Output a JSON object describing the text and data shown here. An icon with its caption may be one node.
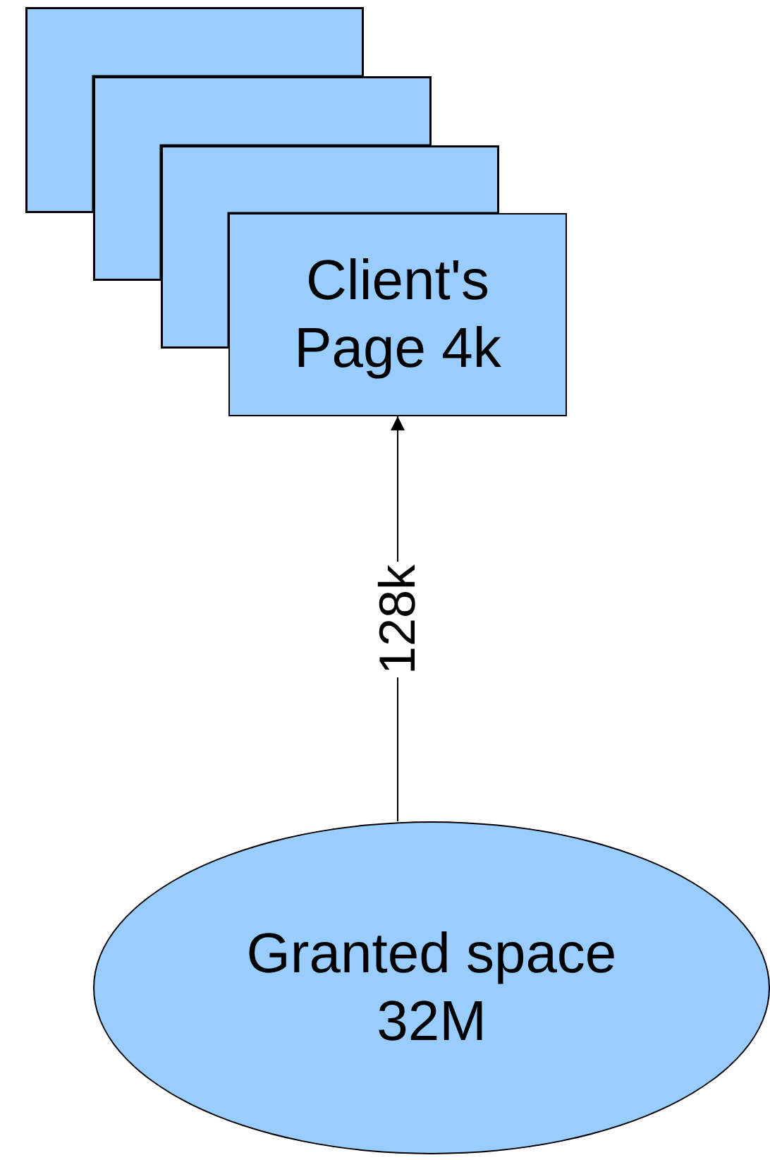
{
  "diagram": {
    "nodes": [
      {
        "text": [],
        "shape": "box"
      },
      {
        "text": [],
        "shape": "box"
      },
      {
        "text": [],
        "shape": "box"
      },
      {
        "text": [
          "Client's Page 4k"
        ]
      },
      {
        "text": [
          "Granted space 32M"
        ]
      }
    ],
    "edges": [
      {
        "from": 4,
        "to": 3,
        "arrow": "to",
        "label": "128k"
      }
    ]
  }
}
